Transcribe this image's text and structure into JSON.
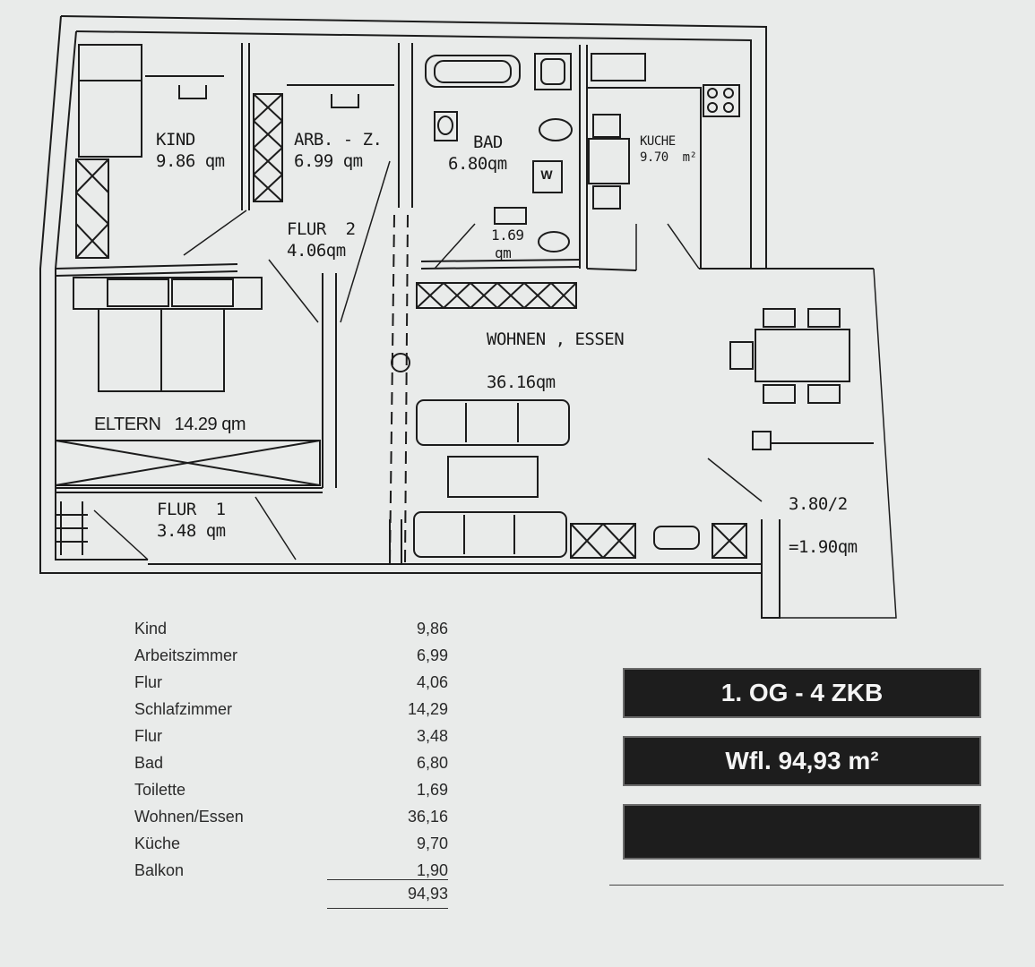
{
  "plan": {
    "rooms": [
      {
        "id": "kind",
        "name": "KIND",
        "area": "9.86 qm"
      },
      {
        "id": "arbz",
        "name": "ARB. - Z.",
        "area": "6.99 qm"
      },
      {
        "id": "flur2",
        "name": "FLUR  2",
        "area": "4.06qm"
      },
      {
        "id": "bad",
        "name": "BAD",
        "area": "6.80qm"
      },
      {
        "id": "wc",
        "name": "1.69",
        "area": "qm"
      },
      {
        "id": "kueche",
        "name": "KUCHE",
        "area": "9.70  m²"
      },
      {
        "id": "wohnen",
        "name": "WOHNEN , ESSEN",
        "area": "36.16qm"
      },
      {
        "id": "eltern",
        "name": "ELTERN   14.29 qm",
        "area": ""
      },
      {
        "id": "flur1",
        "name": "FLUR  1",
        "area": "3.48 qm"
      },
      {
        "id": "balkon",
        "name": "3.80/2",
        "area": "=1.90qm"
      }
    ],
    "washer_label": "W"
  },
  "area_table": {
    "rows": [
      {
        "name": "Kind",
        "value": "9,86"
      },
      {
        "name": "Arbeitszimmer",
        "value": "6,99"
      },
      {
        "name": "Flur",
        "value": "4,06"
      },
      {
        "name": "Schlafzimmer",
        "value": "14,29"
      },
      {
        "name": "Flur",
        "value": "3,48"
      },
      {
        "name": "Bad",
        "value": "6,80"
      },
      {
        "name": "Toilette",
        "value": "1,69"
      },
      {
        "name": "Wohnen/Essen",
        "value": "36,16"
      },
      {
        "name": "Küche",
        "value": "9,70"
      },
      {
        "name": "Balkon",
        "value": "1,90"
      }
    ],
    "total": "94,93"
  },
  "banners": {
    "title": "1. OG - 4 ZKB",
    "area": "Wfl. 94,93 m²"
  }
}
